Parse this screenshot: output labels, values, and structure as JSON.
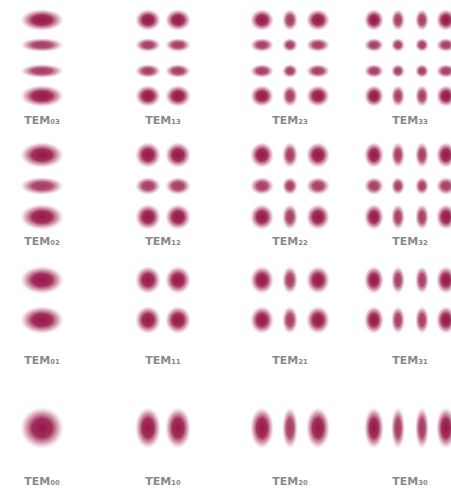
{
  "diagram": {
    "labels": [
      "TEM₀₃",
      "TEM₁₃",
      "TEM₂₃",
      "TEM₃₃",
      "TEM₀₂",
      "TEM₁₂",
      "TEM₂₂",
      "TEM₃₂",
      "TEM₀₁",
      "TEM₁₁",
      "TEM₂₁",
      "TEM₃₁",
      "TEM₀₀",
      "TEM₁₀",
      "TEM₂₀",
      "TEM₃₀"
    ]
  }
}
